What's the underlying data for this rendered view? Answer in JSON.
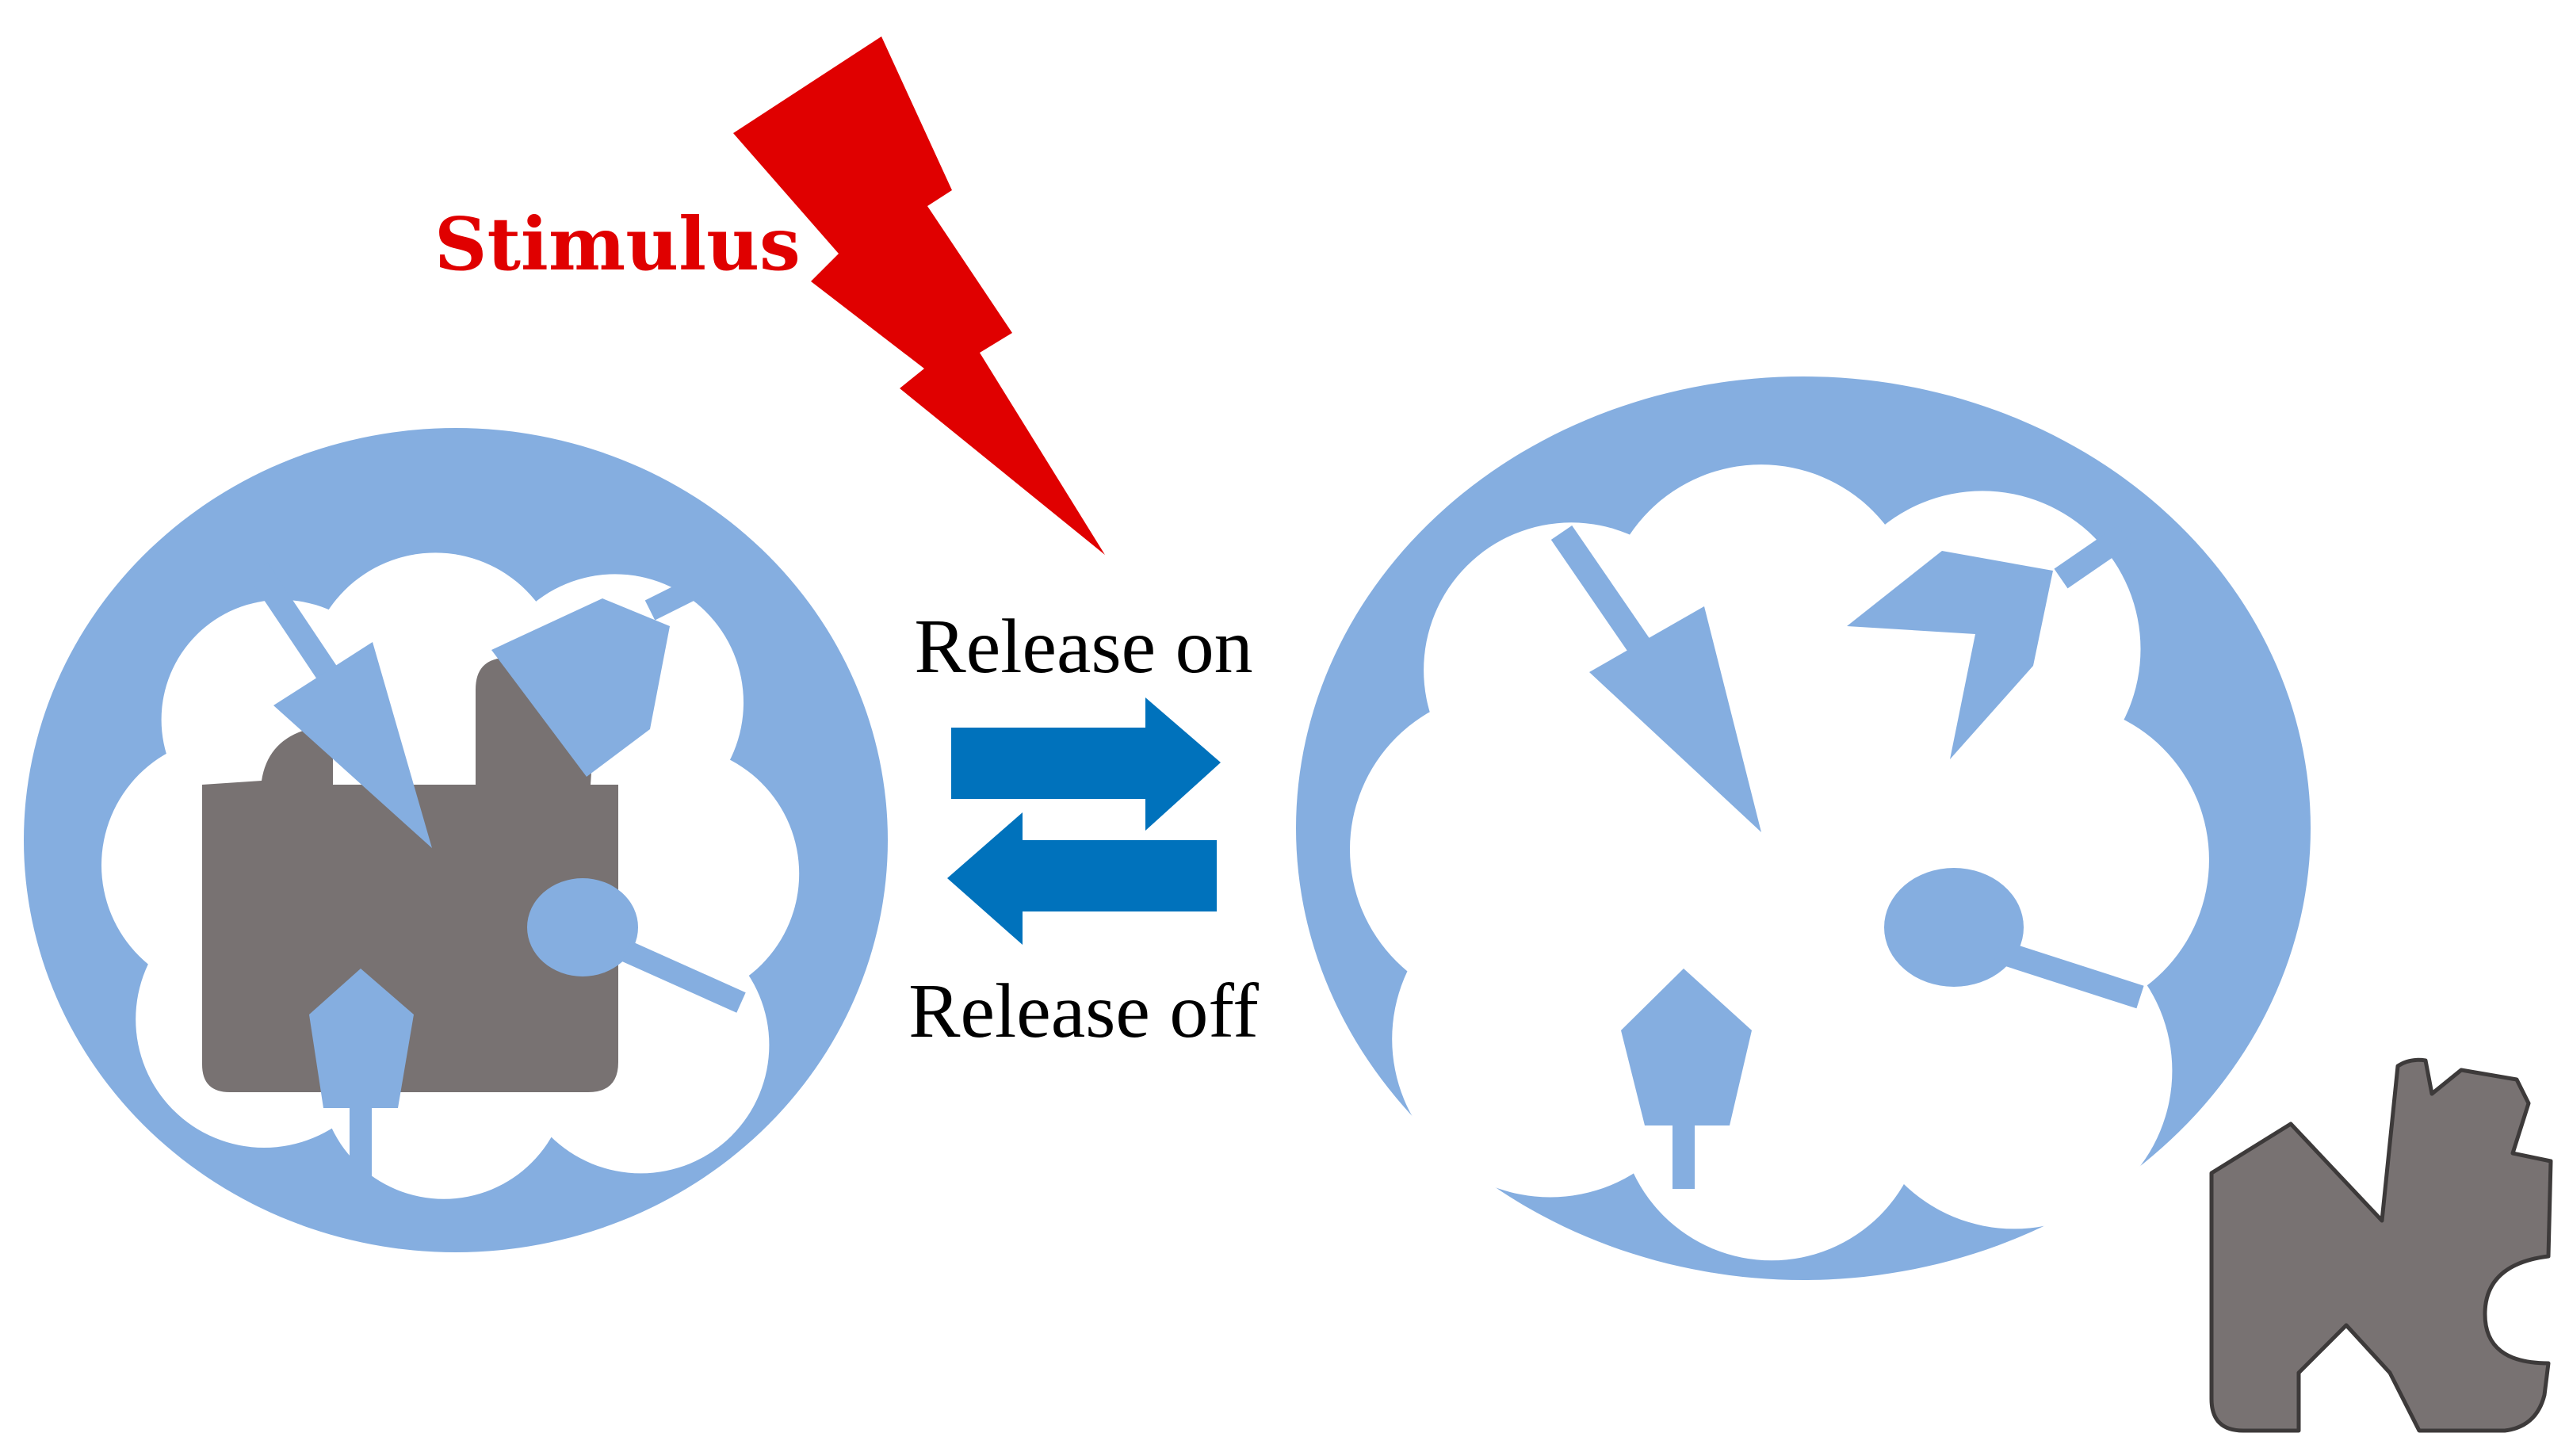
{
  "labels": {
    "stimulus": "Stimulus",
    "release_on": "Release on",
    "release_off": "Release off"
  },
  "colors": {
    "background": "#ffffff",
    "shell_blue": "#85aee0",
    "arrow_blue": "#0072bc",
    "stimulus_red": "#e00000",
    "payload_gray": "#787272",
    "text_black": "#000000"
  },
  "states": [
    "loaded",
    "released"
  ]
}
